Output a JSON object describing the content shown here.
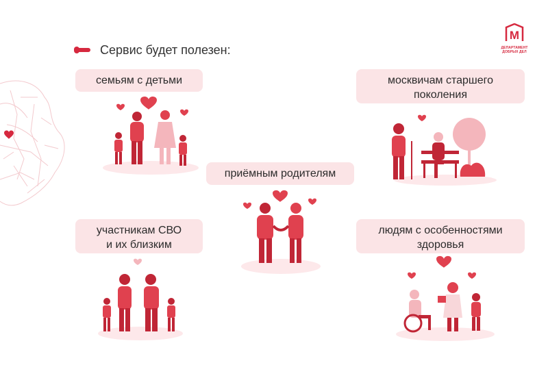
{
  "heading": "Сервис будет полезен:",
  "audiences": {
    "families": "семьям с детьми",
    "seniors": "москвичам старшего\nпоколения",
    "foster": "приёмным родителям",
    "svo": "участникам СВО\nи их близким",
    "disabilities": "людям с особенностями\nздоровья"
  },
  "logo": {
    "letter": "М",
    "caption_line1": "ДЕПАРТАМЕНТ",
    "caption_line2": "ДОБРЫХ ДЕЛ"
  },
  "colors": {
    "accent": "#d6293f",
    "pill_bg": "#fbe4e6",
    "figure_red": "#e0414f",
    "figure_dark": "#c02636",
    "figure_light": "#f4b6bc"
  },
  "icons": [
    "map-outline-icon",
    "heart-icon",
    "logo-icon"
  ]
}
